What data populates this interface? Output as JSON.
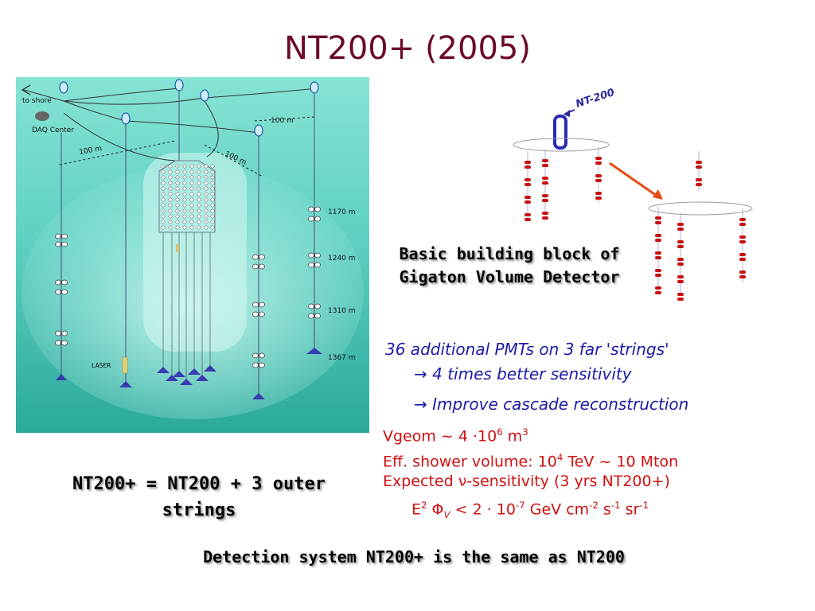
{
  "title": "NT200+   (2005)",
  "diagram_labels": {
    "to_shore": "to shore",
    "daq_center": "DAQ Center",
    "dist_100m_a": "100 m",
    "dist_100m_b": "100 m",
    "dist_100m_c": "100 m",
    "laser": "LASER",
    "depth_1": "1170 m",
    "depth_2": "1240 m",
    "depth_3": "1310 m",
    "depth_4": "1367 m",
    "nt200_tag": "NT-200"
  },
  "building_block": [
    "Basic building block of",
    "Gigaton Volume Detector"
  ],
  "blue_lines": {
    "line1": "36 additional PMTs on 3 far 'strings'",
    "arrow": "→",
    "line2": "4 times better sensitivity",
    "line3": "Improve cascade reconstruction"
  },
  "red_lines": {
    "vgeom_prefix": "Vgeom ~ 4 ·10",
    "vgeom_exp": "6",
    "vgeom_unit": " m",
    "vgeom_unit_exp": "3",
    "eff_prefix": "Eff. shower volume: 10",
    "eff_exp": "4",
    "eff_suffix": " TeV ~ 10 Mton",
    "expected_prefix": "Expected  ",
    "nu": "ν",
    "expected_suffix": "-sensitivity (3 yrs NT200+)",
    "flux_E": "E",
    "flux_E_exp": "2",
    "flux_phi": " Φ",
    "flux_phi_sub": "V",
    "flux_mid": " <  2 · 10",
    "flux_exp1": "-7",
    "flux_gev": "  GeV cm",
    "flux_exp2": "-2",
    "flux_s": " s",
    "flux_exp3": "-1",
    "flux_sr": " sr",
    "flux_exp4": "-1"
  },
  "caption": [
    "NT200+ = NT200 + 3 outer",
    "strings"
  ],
  "bottom_text": "Detection system NT200+ is the same as NT200",
  "colors": {
    "title": "#6b0a2a",
    "water_top": "#8fe6d6",
    "water_bottom": "#2fb5a6",
    "blue_text": "#1a1aa6",
    "red_text": "#d01010",
    "pmt_red": "#c81010",
    "string_line": "#5a5a8a"
  }
}
